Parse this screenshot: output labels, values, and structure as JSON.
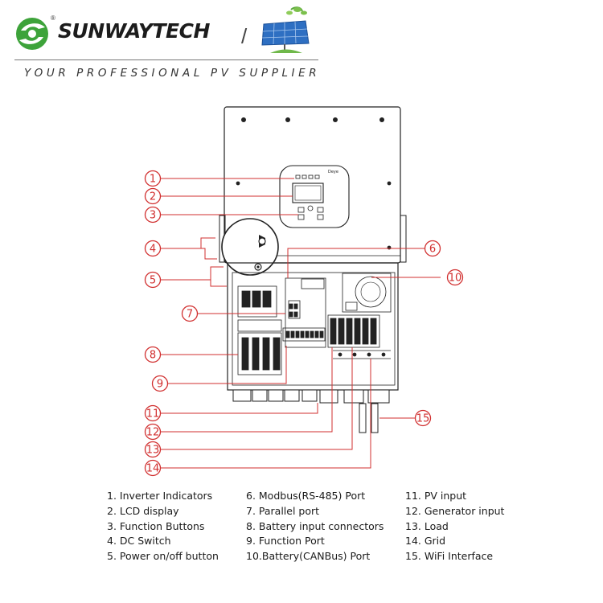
{
  "header": {
    "brand_name": "SUNWAYTECH",
    "registered_mark": "®",
    "separator": "/",
    "tagline": "YOUR PROFESSIONAL PV SUPPLIER"
  },
  "device": {
    "panel_brand": "Deye"
  },
  "callouts": [
    "1",
    "2",
    "3",
    "4",
    "5",
    "6",
    "7",
    "8",
    "9",
    "10",
    "11",
    "12",
    "13",
    "14",
    "15"
  ],
  "legend": [
    "1. Inverter Indicators",
    "2. LCD display",
    "3. Function Buttons",
    "4. DC Switch",
    "5. Power on/off button",
    "6. Modbus(RS-485) Port",
    "7. Parallel port",
    "8. Battery input connectors",
    "9. Function Port",
    "10.Battery(CANBus) Port",
    "11. PV input",
    "12. Generator input",
    "13. Load",
    "14. Grid",
    "15. WiFi Interface"
  ],
  "colors": {
    "callout": "#d12f2f",
    "logo_green": "#3da33a",
    "line": "#222222"
  }
}
